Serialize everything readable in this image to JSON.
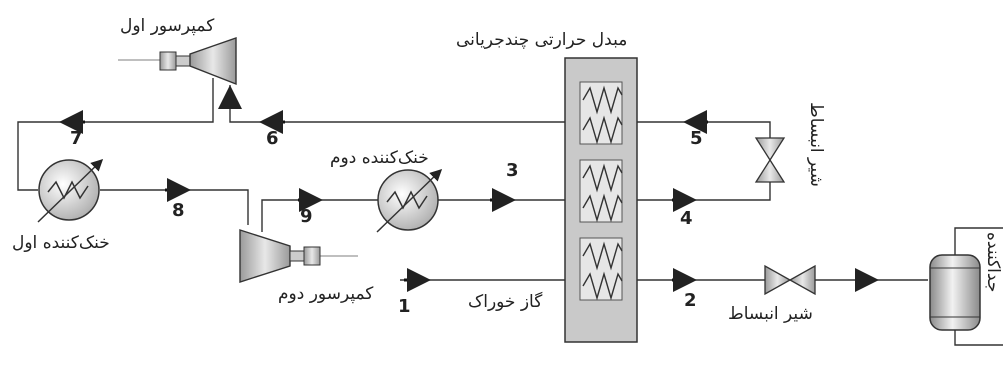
{
  "labels": {
    "first_compressor": "کمپرسور اول",
    "second_compressor": "کمپرسور دوم",
    "heat_exchanger": "مبدل حرارتی چندجریانی",
    "second_cooler": "خنک‌کننده دوم",
    "first_cooler": "خنک‌کننده اول",
    "expansion_valve_top": "شیر انبساط",
    "expansion_valve_bottom": "شیر انبساط",
    "feed_gas": "گاز خوراک",
    "separator": "جداکننده"
  },
  "streams": [
    "1",
    "2",
    "3",
    "4",
    "5",
    "6",
    "7",
    "8",
    "9"
  ]
}
